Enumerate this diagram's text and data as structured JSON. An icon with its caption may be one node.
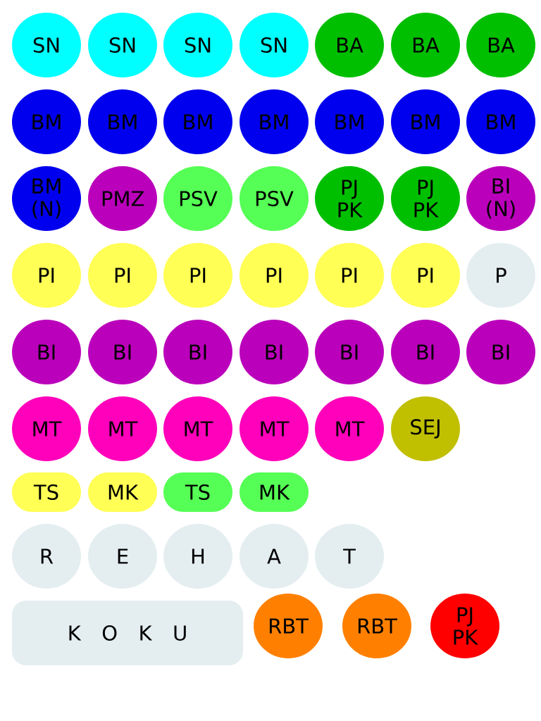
{
  "diagram": {
    "nodes": [
      {
        "text": [
          "SN"
        ]
      },
      {
        "text": [
          "SN"
        ]
      },
      {
        "text": [
          "SN"
        ]
      },
      {
        "text": [
          "SN"
        ]
      },
      {
        "text": [
          "BA"
        ]
      },
      {
        "text": [
          "BA"
        ]
      },
      {
        "text": [
          "BA"
        ]
      },
      {
        "text": [
          "BM"
        ]
      },
      {
        "text": [
          "BM"
        ]
      },
      {
        "text": [
          "BM"
        ]
      },
      {
        "text": [
          "BM"
        ]
      },
      {
        "text": [
          "BM"
        ]
      },
      {
        "text": [
          "BM"
        ]
      },
      {
        "text": [
          "BM"
        ]
      },
      {
        "text": [
          "BM (N)"
        ]
      },
      {
        "text": [
          "PMZ"
        ]
      },
      {
        "text": [
          "PSV"
        ]
      },
      {
        "text": [
          "PSV"
        ]
      },
      {
        "text": [
          "PJ PK"
        ]
      },
      {
        "text": [
          "PJ PK"
        ]
      },
      {
        "text": [
          "BI (N)"
        ]
      },
      {
        "text": [
          "PI"
        ]
      },
      {
        "text": [
          "PI"
        ]
      },
      {
        "text": [
          "PI"
        ]
      },
      {
        "text": [
          "PI"
        ]
      },
      {
        "text": [
          "PI"
        ]
      },
      {
        "text": [
          "PI"
        ]
      },
      {
        "text": [
          "P"
        ]
      },
      {
        "text": [
          "BI"
        ]
      },
      {
        "text": [
          "BI"
        ]
      },
      {
        "text": [
          "BI"
        ]
      },
      {
        "text": [
          "BI"
        ]
      },
      {
        "text": [
          "BI"
        ]
      },
      {
        "text": [
          "BI"
        ]
      },
      {
        "text": [
          "BI"
        ]
      },
      {
        "text": [
          "MT"
        ]
      },
      {
        "text": [
          "MT"
        ]
      },
      {
        "text": [
          "MT"
        ]
      },
      {
        "text": [
          "MT"
        ]
      },
      {
        "text": [
          "MT"
        ]
      },
      {
        "text": [
          "SEJ"
        ]
      },
      {
        "text": [
          "TS"
        ]
      },
      {
        "text": [
          "MK"
        ]
      },
      {
        "text": [
          "TS"
        ]
      },
      {
        "text": [
          "MK"
        ]
      },
      {
        "text": [
          "R"
        ]
      },
      {
        "text": [
          "E"
        ]
      },
      {
        "text": [
          "H"
        ]
      },
      {
        "text": [
          "A"
        ]
      },
      {
        "text": [
          "T"
        ]
      },
      {
        "text": [
          "K O K U"
        ]
      },
      {
        "text": [
          "RBT"
        ]
      },
      {
        "text": [
          "RBT"
        ]
      },
      {
        "text": [
          "PJ PK"
        ]
      }
    ]
  }
}
